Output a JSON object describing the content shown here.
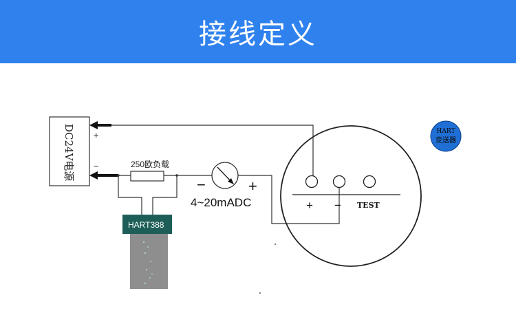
{
  "header": {
    "title": "接线定义"
  },
  "diagram": {
    "power_supply_label": "DC24V电源",
    "supply_plus": "+",
    "supply_minus": "−",
    "resistor_label": "250欧负载",
    "meter_minus": "−",
    "meter_plus": "+",
    "meter_label": "4~20mADC",
    "hart_device_label": "HART388",
    "terminal_plus": "+",
    "terminal_minus": "−",
    "terminal_test": "TEST",
    "badge_line1": "HART",
    "badge_line2": "变送器"
  },
  "colors": {
    "banner": "#2f82ee",
    "hart_header": "#1e5e58",
    "hart_body": "#8e8e8e",
    "badge": "#1f6fd4",
    "line": "#333333"
  }
}
